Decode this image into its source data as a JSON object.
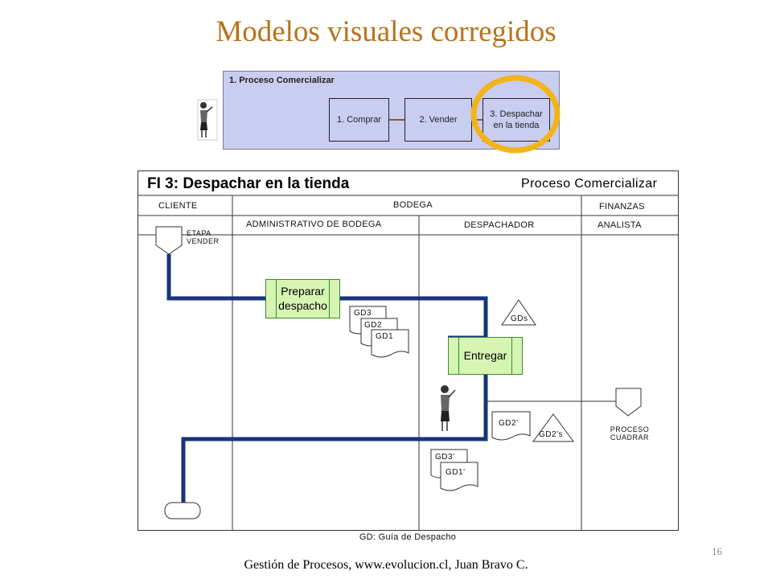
{
  "title": "Modelos visuales corregidos",
  "top_process": {
    "header": "1. Proceso Comercializar",
    "steps": [
      "1. Comprar",
      "2. Vender",
      "3. Despachar en la tienda"
    ],
    "highlight_color": "#f2b418"
  },
  "flow": {
    "title": "FI 3: Despachar en la tienda",
    "process_name": "Proceso Comercializar",
    "pools": [
      "CLIENTE",
      "BODEGA",
      "FINANZAS"
    ],
    "lanes": [
      "ADMINISTRATIVO DE BODEGA",
      "DESPACHADOR",
      "ANALISTA"
    ],
    "start_label": "ETAPA VENDER",
    "activities": [
      "Preparar despacho",
      "Entregar"
    ],
    "documents_admin": [
      "GD3",
      "GD2",
      "GD1"
    ],
    "stock_gds": "GDs",
    "doc_gd2p": "GD2",
    "doc_gd3p": "GD3",
    "doc_gd1p": "GD1",
    "stock_gd2ps": "GD2",
    "stock_gd2ps_suffix": "s",
    "end_process_label": "PROCESO CUADRAR",
    "legend": "GD: Guía de Despacho",
    "colors": {
      "flow_line": "#17347a",
      "activity_fill": "#d6f5b3",
      "process_fill": "#c9cdf0"
    }
  },
  "footer": {
    "caption": "Gestión de Procesos, www.evolucion.cl, Juan Bravo C.",
    "page": "16"
  }
}
